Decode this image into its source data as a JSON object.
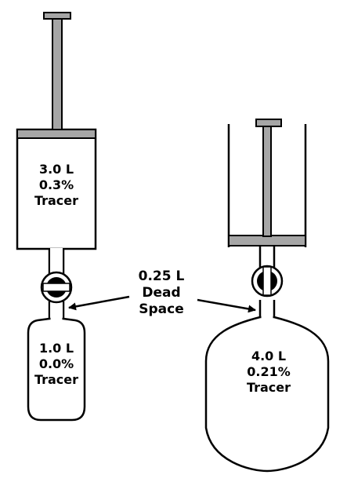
{
  "left_syringe": {
    "volume": "3.0 L",
    "tracer_pct": "0.3%",
    "tracer_word": "Tracer"
  },
  "left_bottle": {
    "volume": "1.0 L",
    "tracer_pct": "0.0%",
    "tracer_word": "Tracer"
  },
  "right_vessel": {
    "volume": "4.0 L",
    "tracer_pct": "0.21%",
    "tracer_word": "Tracer"
  },
  "dead_space": {
    "line1": "0.25 L",
    "line2": "Dead",
    "line3": "Space"
  },
  "colors": {
    "plunger": "#a6a6a6",
    "outline": "#000000",
    "fill": "#ffffff"
  }
}
